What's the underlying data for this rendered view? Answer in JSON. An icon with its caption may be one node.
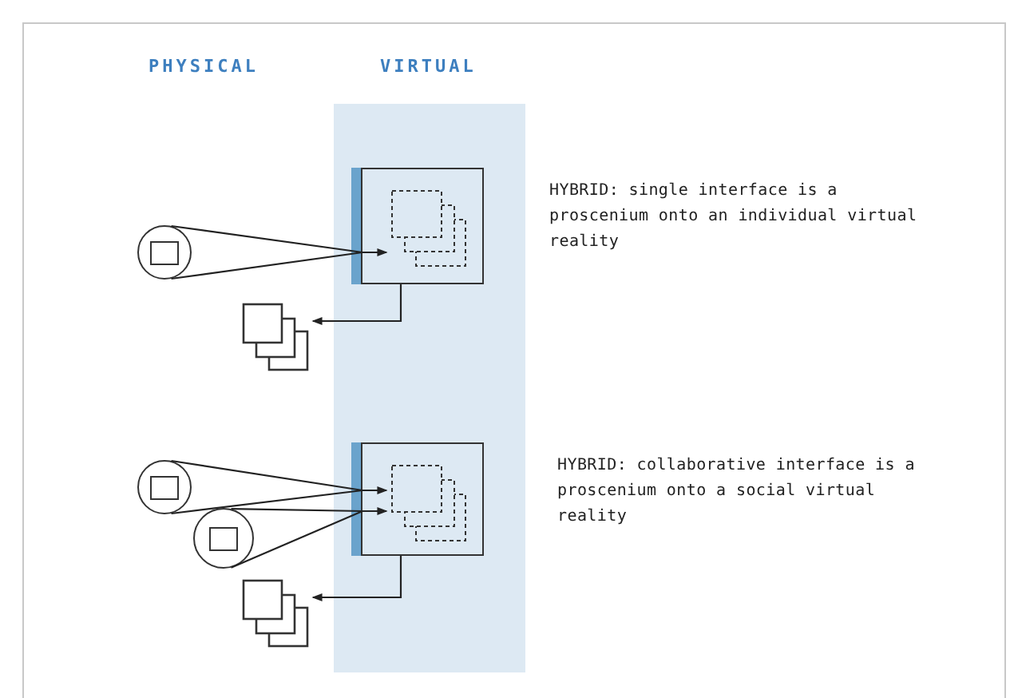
{
  "diagram": {
    "nodes": [
      {
        "text": [],
        "shape": "circle"
      },
      {
        "text": [],
        "shape": "box"
      },
      {
        "text": [],
        "shape": "box",
        "in": 1
      },
      {
        "text": [],
        "shape": "box"
      },
      {
        "text": [],
        "shape": "circle"
      },
      {
        "text": [],
        "shape": "circle"
      },
      {
        "text": [],
        "shape": "box"
      },
      {
        "text": [],
        "shape": "box",
        "in": 6
      },
      {
        "text": [],
        "shape": "box"
      }
    ],
    "edges": [
      {
        "from": 0,
        "to": 2,
        "arrow": "to"
      },
      {
        "from": 1,
        "to": 3,
        "arrow": "to"
      },
      {
        "from": 4,
        "to": 7,
        "arrow": "to"
      },
      {
        "from": 5,
        "to": 7,
        "arrow": "to"
      },
      {
        "from": 6,
        "to": 8,
        "arrow": "to"
      }
    ],
    "labels": [
      "PHYSICAL",
      "VIRTUAL",
      "HYBRID: single interface is a proscenium onto an individual virtual reality",
      "HYBRID: collaborative interface is a proscenium onto a social virtual reality"
    ]
  }
}
